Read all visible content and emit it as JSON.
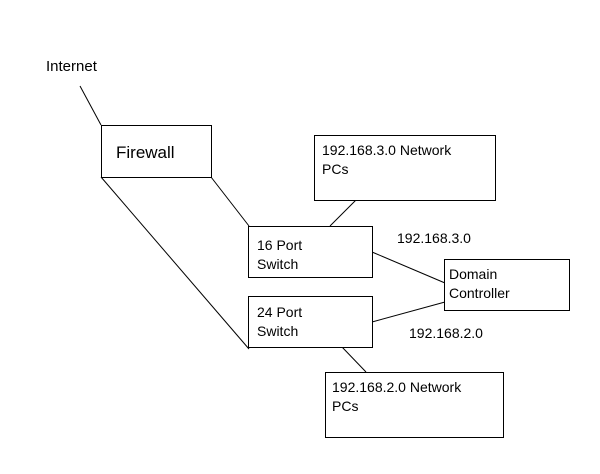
{
  "nodes": {
    "internet": "Internet",
    "firewall": "Firewall",
    "net3_pcs": "192.168.3.0 Network\nPCs",
    "switch16": "16 Port\nSwitch",
    "switch24": "24 Port\nSwitch",
    "domain_controller": "Domain\nController",
    "net2_pcs": "192.168.2.0 Network\nPCs"
  },
  "edge_labels": {
    "link_3": "192.168.3.0",
    "link_2": "192.168.2.0"
  }
}
